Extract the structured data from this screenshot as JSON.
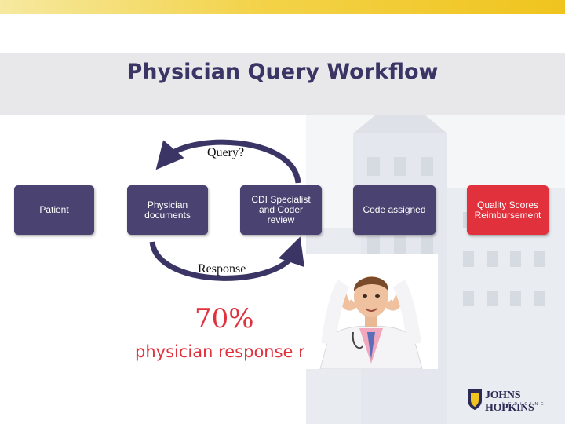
{
  "slide": {
    "title": "Physician Query Workflow"
  },
  "workflow": {
    "boxes": [
      {
        "id": "patient",
        "label": "Patient"
      },
      {
        "id": "physician",
        "label": "Physician documents"
      },
      {
        "id": "cdi",
        "label": "CDI Specialist and Coder review"
      },
      {
        "id": "code",
        "label": "Code assigned"
      },
      {
        "id": "quality",
        "label": "Quality Scores Reimbursement"
      }
    ],
    "query_label": "Query?",
    "response_label": "Response"
  },
  "stat": {
    "value": "70%",
    "label": "physician response rate"
  },
  "logo": {
    "name": "JOHNS HOPKINS",
    "sub": "MEDICINE"
  },
  "colors": {
    "box": "#4a4270",
    "highlight": "#e0313d",
    "title": "#3b3566"
  }
}
